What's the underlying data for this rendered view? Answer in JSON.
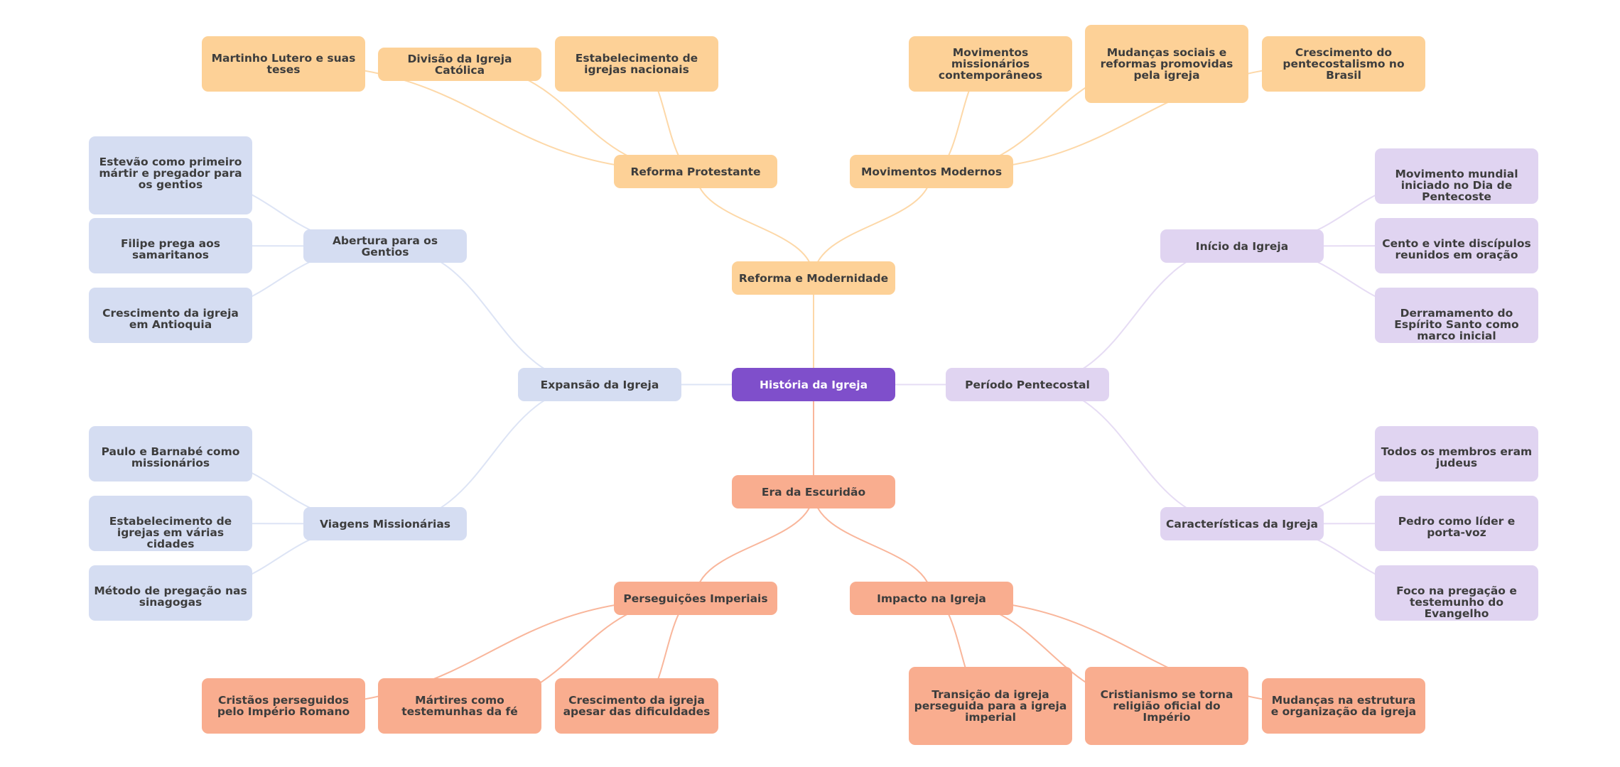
{
  "diagram": {
    "type": "mind-map",
    "root": "História da Igreja",
    "colors": {
      "root": "#7f4fcb",
      "reforma": "#fdd197",
      "escuridao": "#f9ad8f",
      "expansao": "#d5ddf2",
      "pentecostal": "#e0d4f1",
      "link_orange": "#fdd8a8",
      "link_salmon": "#f9b69b",
      "link_blue": "#dde4f5",
      "link_purple": "#e6dcf4"
    },
    "branches": {
      "reforma": {
        "label": "Reforma e Modernidade",
        "subs": [
          {
            "label": "Reforma Protestante",
            "leaves": [
              "Martinho Lutero e suas teses",
              "Divisão da Igreja Católica",
              "Estabelecimento de igrejas nacionais"
            ]
          },
          {
            "label": "Movimentos Modernos",
            "leaves": [
              "Movimentos missionários contemporâneos",
              "Mudanças sociais e reformas promovidas pela igreja",
              "Crescimento do pentecostalismo no Brasil"
            ]
          }
        ]
      },
      "escuridao": {
        "label": "Era da Escuridão",
        "subs": [
          {
            "label": "Perseguições Imperiais",
            "leaves": [
              "Cristãos perseguidos pelo Império Romano",
              "Mártires como testemunhas da fé",
              "Crescimento da igreja apesar das dificuldades"
            ]
          },
          {
            "label": "Impacto na Igreja",
            "leaves": [
              "Transição da igreja perseguida para a igreja imperial",
              "Cristianismo se torna religião oficial do Império",
              "Mudanças na estrutura e organização da igreja"
            ]
          }
        ]
      },
      "expansao": {
        "label": "Expansão da Igreja",
        "subs": [
          {
            "label": "Abertura para os Gentios",
            "leaves": [
              "Estevão como primeiro mártir e pregador para os gentios",
              "Filipe prega aos samaritanos",
              "Crescimento da igreja em Antioquia"
            ]
          },
          {
            "label": "Viagens Missionárias",
            "leaves": [
              "Paulo e Barnabé como missionários",
              "Estabelecimento de igrejas em várias cidades",
              "Método de pregação nas sinagogas"
            ]
          }
        ]
      },
      "pentecostal": {
        "label": "Período Pentecostal",
        "subs": [
          {
            "label": "Início da Igreja",
            "leaves": [
              "Movimento mundial iniciado no Dia de Pentecoste",
              "Cento e vinte discípulos reunidos em oração",
              "Derramamento do Espírito Santo como marco inicial"
            ]
          },
          {
            "label": "Características da Igreja",
            "leaves": [
              "Todos os membros eram judeus",
              "Pedro como líder e porta-voz",
              "Foco na pregação e testemunho do Evangelho"
            ]
          }
        ]
      }
    }
  }
}
